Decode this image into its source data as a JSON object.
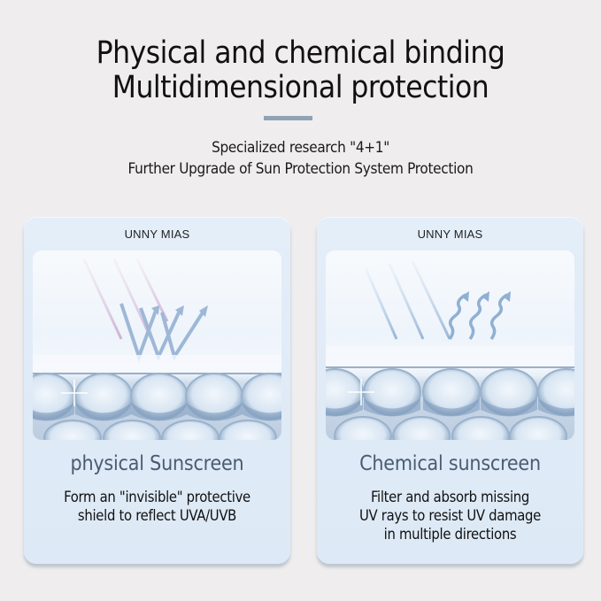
{
  "header": {
    "title_line1": "Physical and chemical binding",
    "title_line2": "Multidimensional protection",
    "subtitle_line1": "Specialized research \"4+1\"",
    "subtitle_line2": "Further Upgrade of Sun Protection System Protection"
  },
  "colors": {
    "background": "#efeded",
    "divider": "#8fa2b6",
    "card_bg": "#dfeaf7",
    "card_title": "#4b5b70"
  },
  "cards": [
    {
      "brand": "UNNY MIAS",
      "title": "physical Sunscreen",
      "icon": "reflect-zigzag-arrows-icon",
      "desc": [
        "Form an \"invisible\" protective",
        "shield to reflect UVA/UVB"
      ]
    },
    {
      "brand": "UNNY MIAS",
      "title": "Chemical sunscreen",
      "icon": "absorb-wavy-arrows-icon",
      "desc": [
        "Filter and absorb missing",
        "UV rays to resist UV damage",
        "in multiple directions"
      ]
    }
  ]
}
